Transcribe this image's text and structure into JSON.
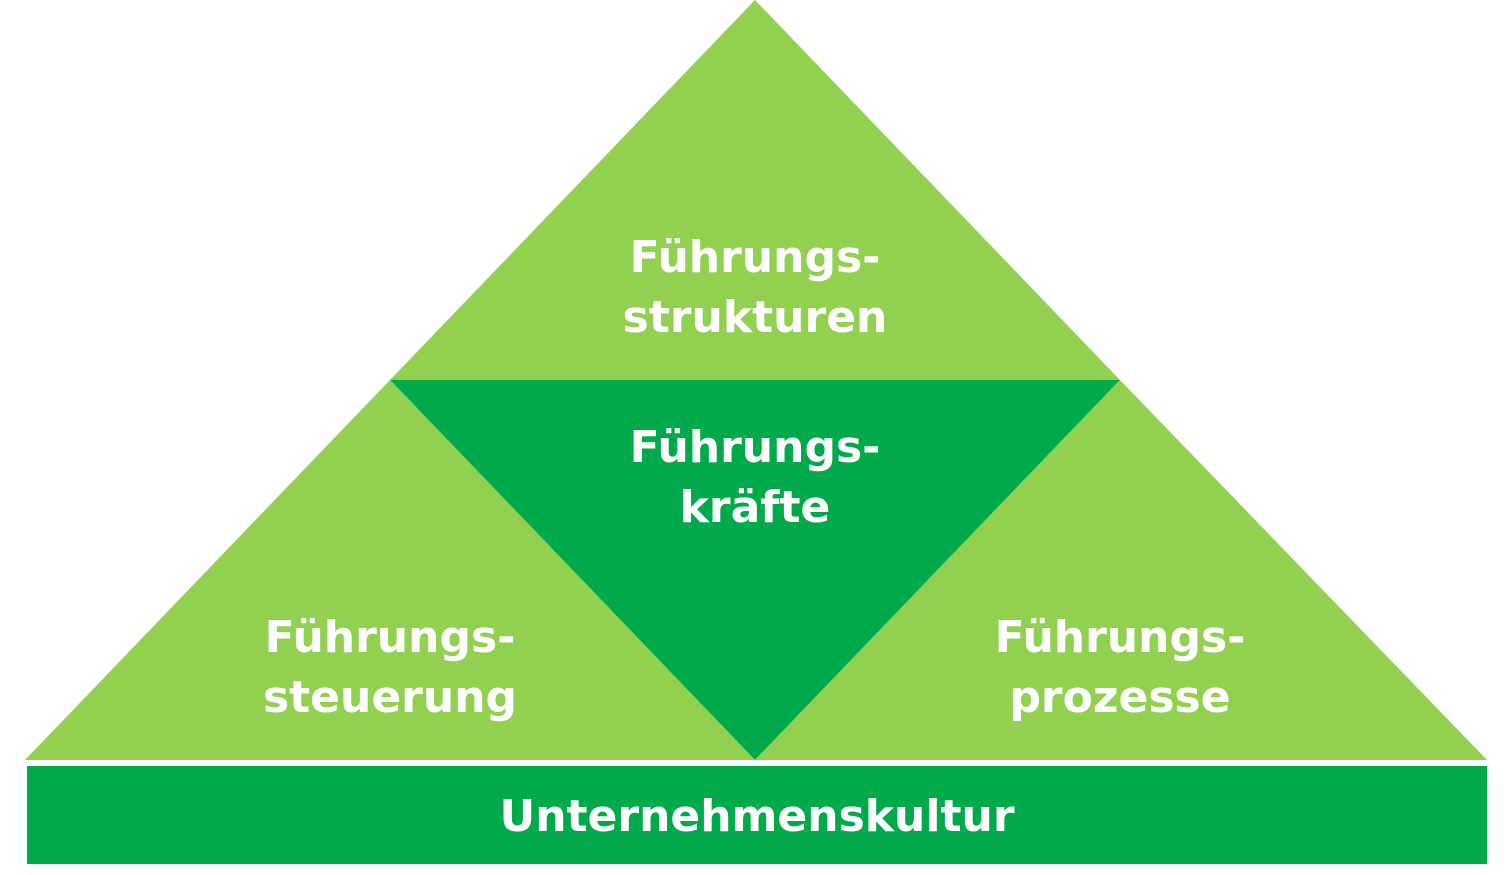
{
  "colors": {
    "light_green": "#92d050",
    "dark_green": "#00aa4a",
    "label": "#ffffff"
  },
  "segments": {
    "top": {
      "line1": "Führungs-",
      "line2": "strukturen"
    },
    "center": {
      "line1": "Führungs-",
      "line2": "kräfte"
    },
    "left": {
      "line1": "Führungs-",
      "line2": "steuerung"
    },
    "right": {
      "line1": "Führungs-",
      "line2": "prozesse"
    }
  },
  "base": {
    "label": "Unternehmenskultur"
  }
}
